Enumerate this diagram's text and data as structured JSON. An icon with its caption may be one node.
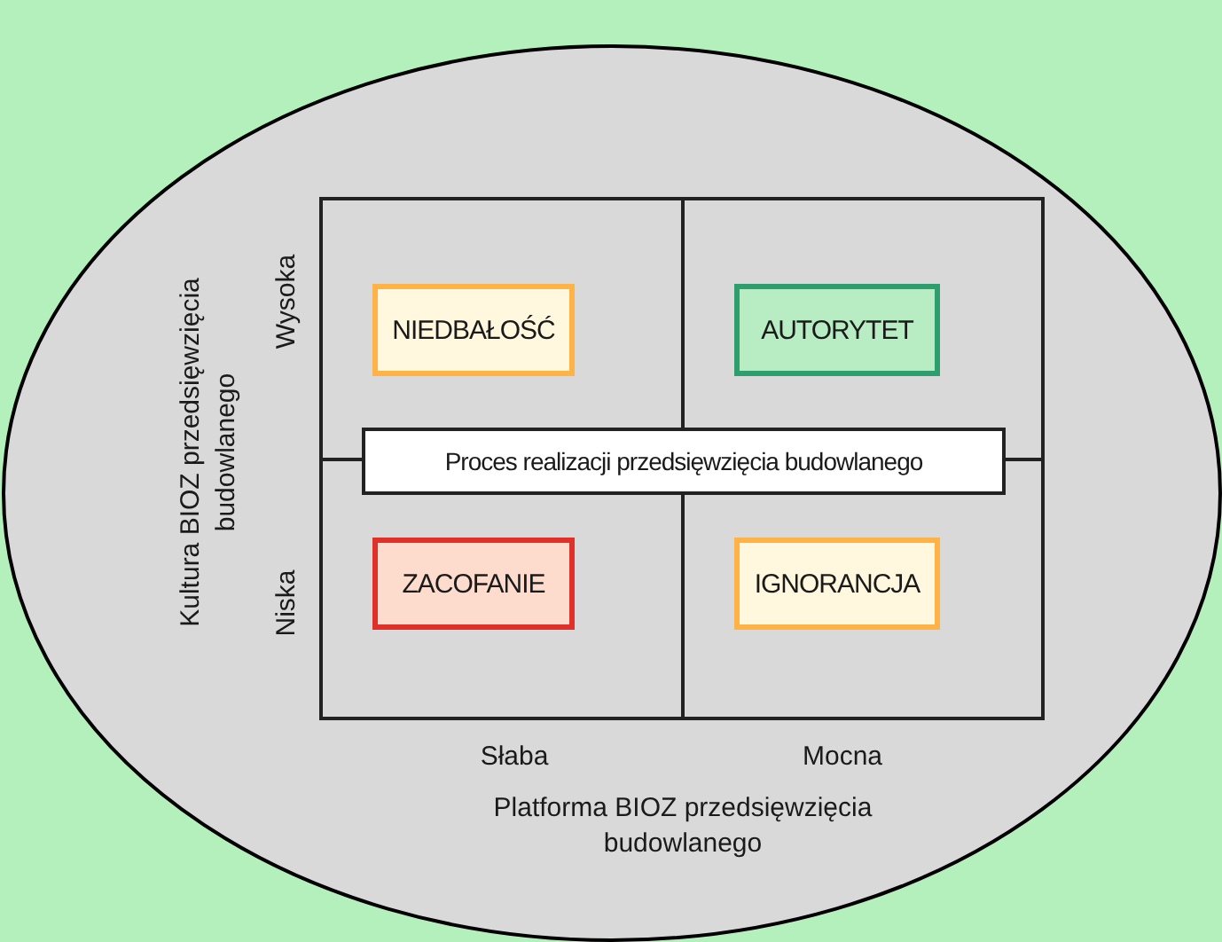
{
  "diagram": {
    "nodes": [
      {
        "text": [
          "NIEDBAŁOŚĆ"
        ]
      },
      {
        "text": [
          "AUTORYTET"
        ]
      },
      {
        "text": [
          "Proces realizacji przedsięwzięcia budowlanego"
        ]
      },
      {
        "text": [
          "ZACOFANIE"
        ]
      },
      {
        "text": [
          "IGNORANCJA"
        ]
      }
    ],
    "edges": [],
    "labels": [
      "Kultura BIOZ przedsięwzięcia budowlanego",
      "Wysoka",
      "Niska",
      "Słaba",
      "Mocna",
      "Platforma BIOZ przedsięwzięcia budowlanego"
    ]
  }
}
